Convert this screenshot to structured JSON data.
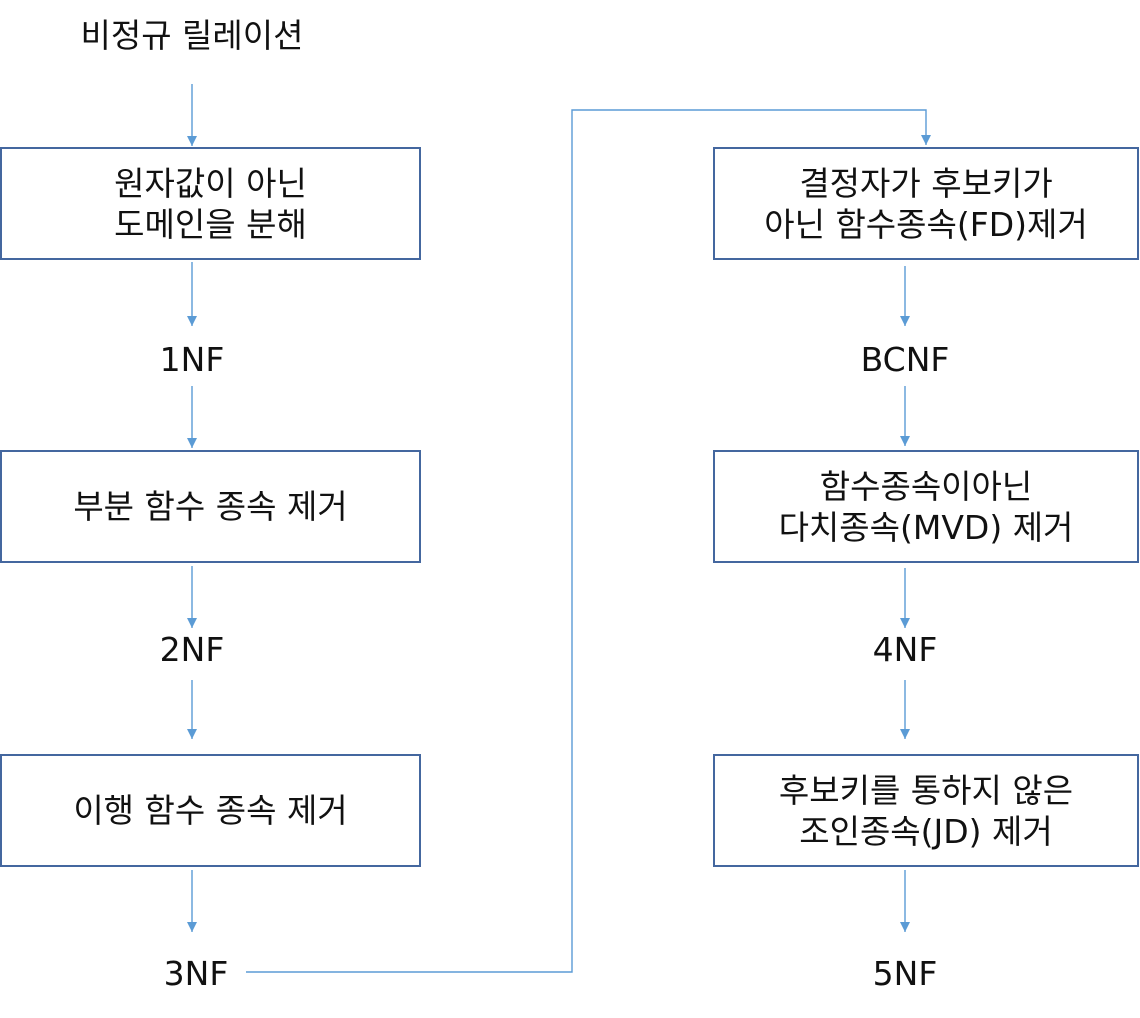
{
  "start_label": "비정규 릴레이션",
  "left": {
    "step1": {
      "line1": "원자값이 아닌",
      "line2": "도메인을 분해"
    },
    "form1": "1NF",
    "step2": "부분 함수 종속 제거",
    "form2": "2NF",
    "step3": "이행 함수 종속 제거",
    "form3": "3NF"
  },
  "right": {
    "step4": {
      "line1": "결정자가 후보키가",
      "line2": "아닌 함수종속(FD)제거"
    },
    "form4": "BCNF",
    "step5": {
      "line1": "함수종속이아닌",
      "line2": "다치종속(MVD) 제거"
    },
    "form5": "4NF",
    "step6": {
      "line1": "후보키를 통하지 않은",
      "line2": "조인종속(JD) 제거"
    },
    "form6": "5NF"
  },
  "colors": {
    "box_border": "#44679f",
    "arrow": "#5b9bd5",
    "text": "#111111",
    "background": "#ffffff"
  }
}
